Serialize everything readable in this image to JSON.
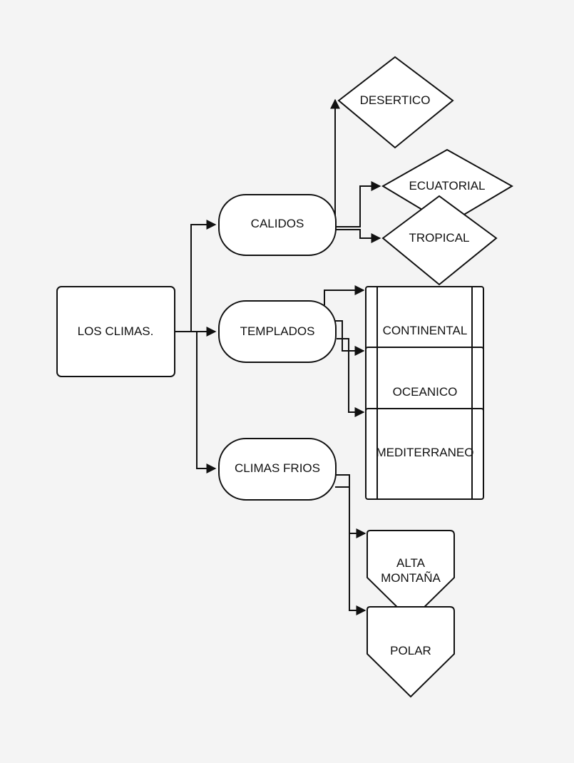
{
  "diagram": {
    "root": "LOS CLIMAS.",
    "categories": {
      "calidos": "CALIDOS",
      "templados": "TEMPLADOS",
      "frios": "CLIMAS FRIOS"
    },
    "calidos_children": {
      "desertico": "DESERTICO",
      "ecuatorial": "ECUATORIAL",
      "tropical": "TROPICAL"
    },
    "templados_children": {
      "continental": "CONTINENTAL",
      "oceanico": "OCEANICO",
      "mediterraneo": "MEDITERRANEO"
    },
    "frios_children": {
      "alta_montana_line1": "ALTA",
      "alta_montana_line2": "MONTAÑA",
      "polar": "POLAR"
    }
  }
}
